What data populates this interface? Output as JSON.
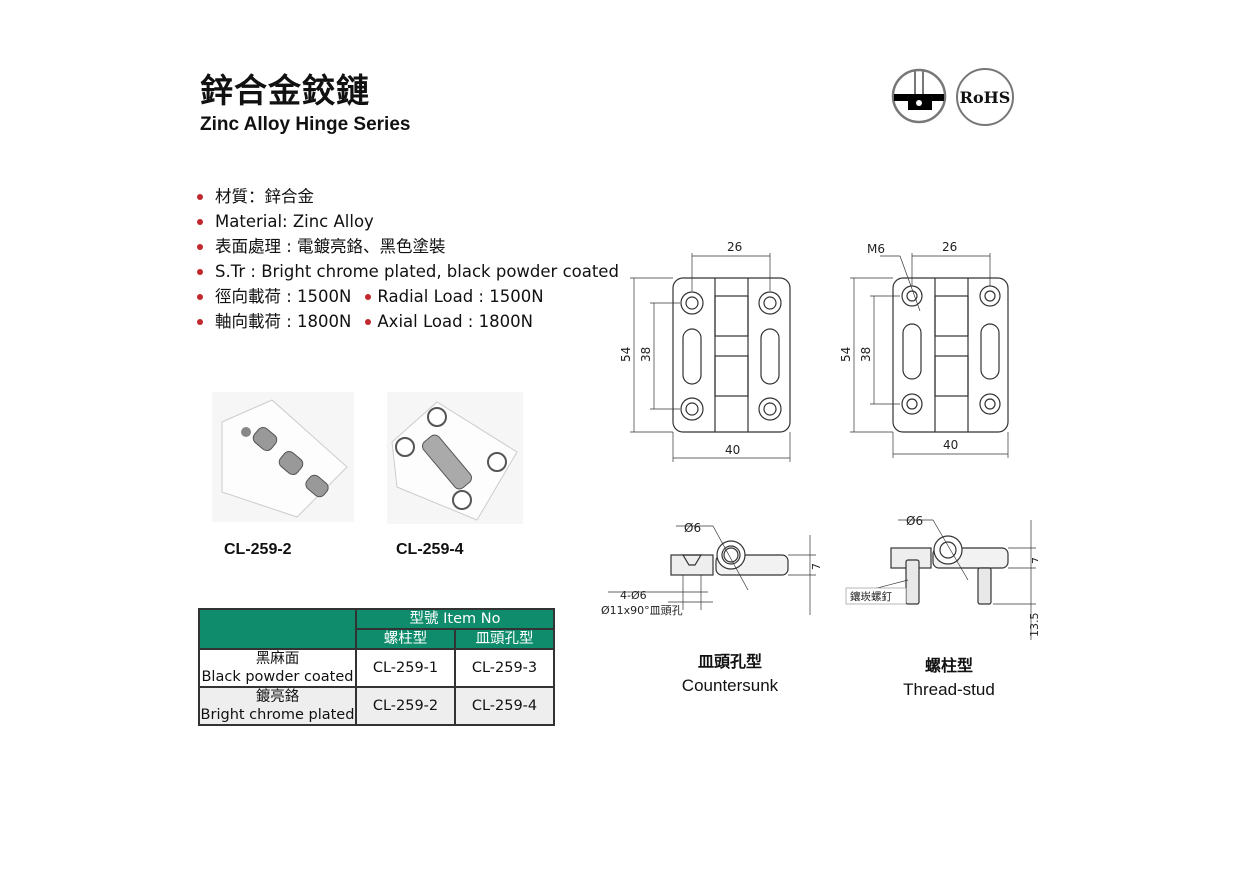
{
  "header": {
    "title_zh": "鋅合金鉸鏈",
    "title_en": "Zinc Alloy Hinge Series",
    "badges": {
      "ground_icon": "ground-symbol-icon",
      "rohs": "RoHS"
    }
  },
  "specs": [
    {
      "text": "材質：鋅合金"
    },
    {
      "text": "Material: Zinc Alloy"
    },
    {
      "text": "表面處理 : 電鍍亮鉻、黑色塗裝"
    },
    {
      "text": "S.Tr :  Bright chrome plated, black powder coated"
    },
    {
      "text": "徑向載荷 : 1500N",
      "extra": "Radial Load : 1500N"
    },
    {
      "text": "軸向載荷 : 1800N",
      "extra": "Axial Load : 1800N"
    }
  ],
  "photos": [
    {
      "label": "CL-259-2"
    },
    {
      "label": "CL-259-4"
    }
  ],
  "table": {
    "item_no": "型號 Item No",
    "col1": "螺柱型",
    "col2": "皿頭孔型",
    "rows": [
      {
        "zh": "黑麻面",
        "en": "Black powder coated",
        "c1": "CL-259-1",
        "c2": "CL-259-3"
      },
      {
        "zh": "鍍亮鉻",
        "en": "Bright chrome plated",
        "c1": "CL-259-2",
        "c2": "CL-259-4"
      }
    ]
  },
  "drawings": {
    "front": {
      "width_top": "26",
      "height": "54",
      "hole_spacing": "38",
      "width": "40",
      "thread": "M6"
    },
    "countersunk": {
      "pin": "Ø6",
      "holes": "4-Ø6",
      "cs": "Ø11x90°皿頭孔",
      "thickness": "7",
      "caption_zh": "皿頭孔型",
      "caption_en": "Countersunk"
    },
    "stud": {
      "pin": "Ø6",
      "stud_note": "鑲崁螺釘",
      "thickness": "7",
      "stud_len": "13.5",
      "caption_zh": "螺柱型",
      "caption_en": "Thread-stud"
    }
  }
}
